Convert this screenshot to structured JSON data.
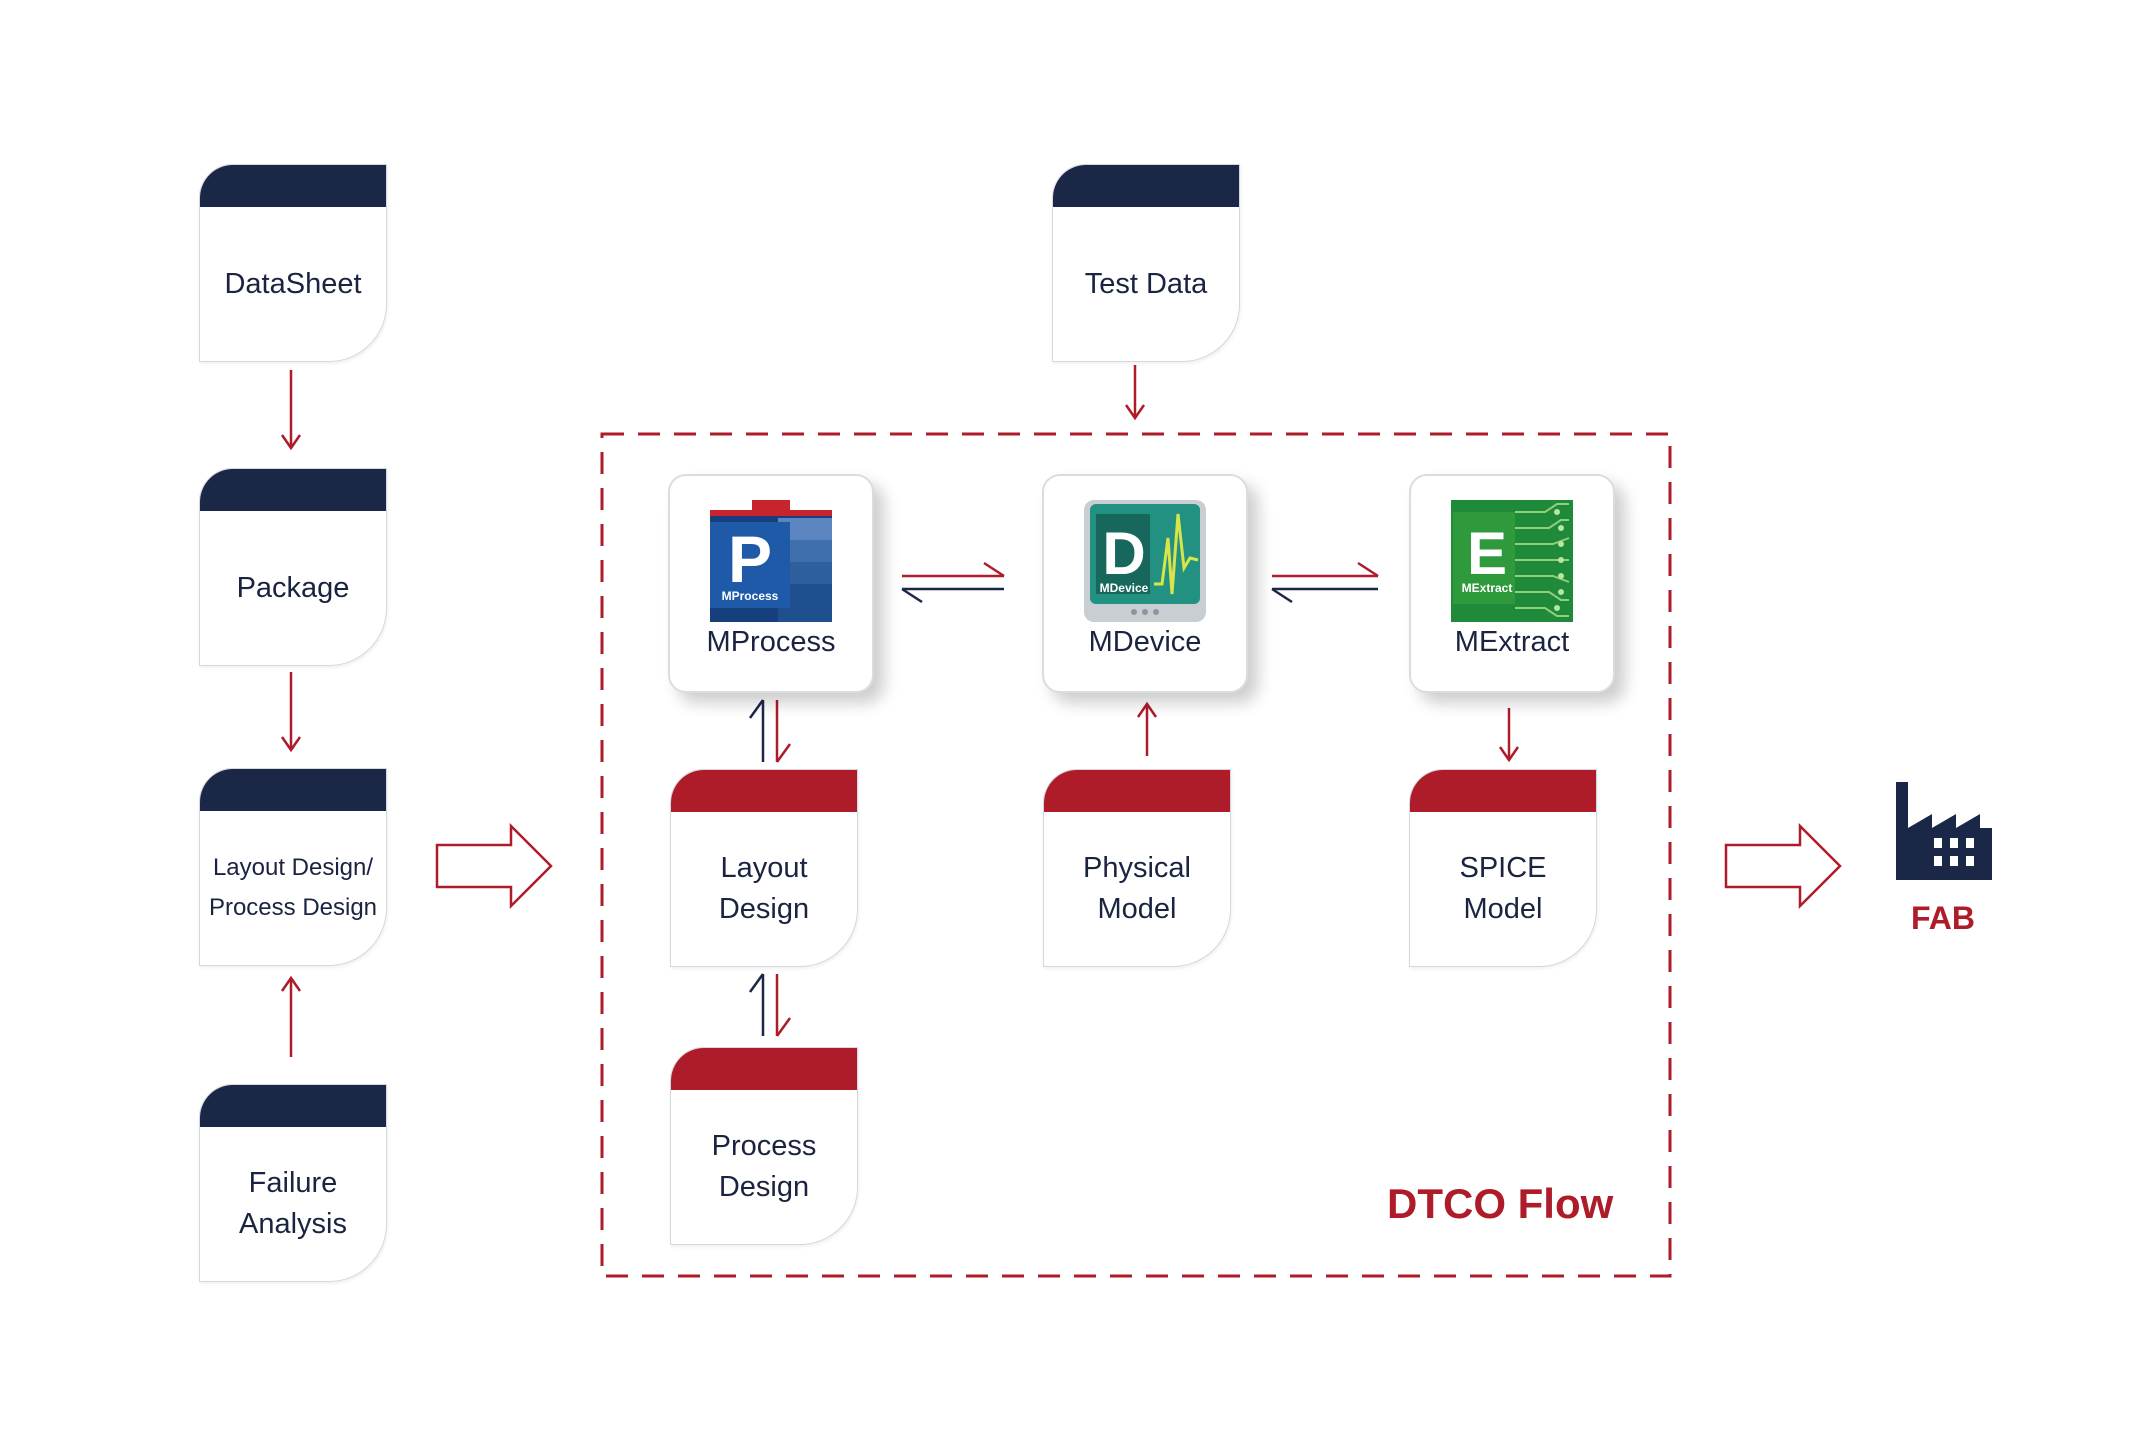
{
  "inputs": {
    "datasheet": "DataSheet",
    "package": "Package",
    "design_line1": "Layout Design/",
    "design_line2": "Process Design",
    "failure_line1": "Failure",
    "failure_line2": "Analysis",
    "test_data": "Test Data"
  },
  "tools": {
    "mprocess": {
      "name": "MProcess",
      "logo_letter": "P",
      "logo_caption": "MProcess"
    },
    "mdevice": {
      "name": "MDevice",
      "logo_letter": "D",
      "logo_caption": "MDevice"
    },
    "mextract": {
      "name": "MExtract",
      "logo_letter": "E",
      "logo_caption": "MExtract"
    }
  },
  "artifacts": {
    "layout_line1": "Layout",
    "layout_line2": "Design",
    "process_line1": "Process",
    "process_line2": "Design",
    "physical_line1": "Physical",
    "physical_line2": "Model",
    "spice_line1": "SPICE",
    "spice_line2": "Model"
  },
  "flow_label": "DTCO Flow",
  "fab_label": "FAB",
  "colors": {
    "navy": "#1a2747",
    "red": "#ae1c2a",
    "mprocess_blue": "#1e5aa8",
    "mdevice_teal": "#1f8c7e",
    "mextract_green": "#2f9a3c"
  },
  "icons": [
    "factory-icon",
    "mprocess-logo-icon",
    "mdevice-logo-icon",
    "mextract-logo-icon"
  ]
}
